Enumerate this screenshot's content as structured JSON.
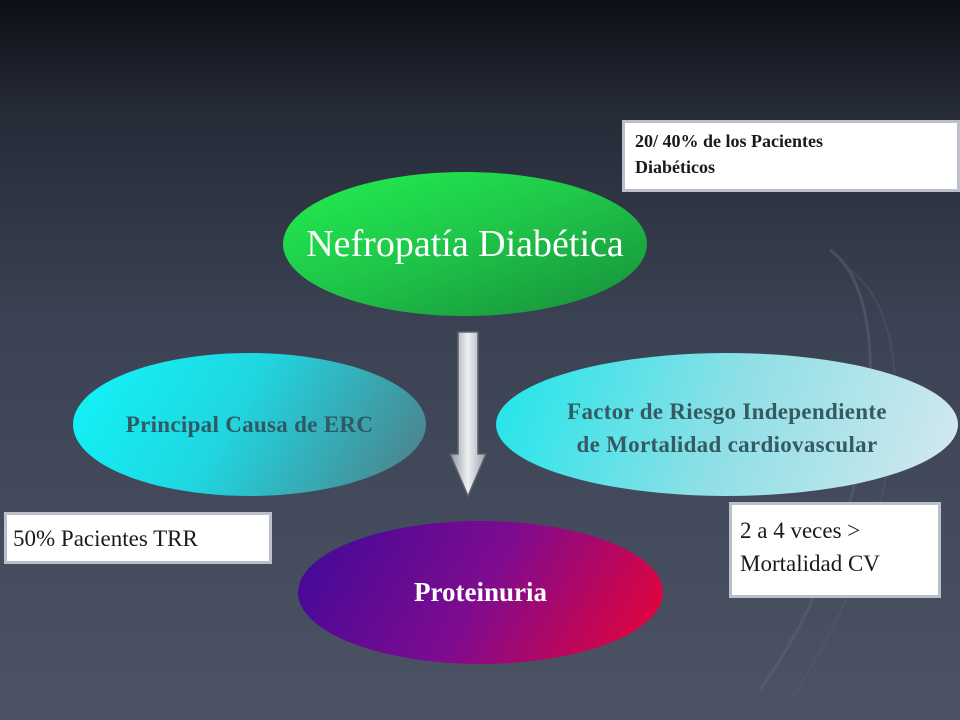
{
  "nodes": {
    "nefropatia": "Nefropatía Diabética",
    "causa": "Principal Causa de ERC",
    "factor_line1": "Factor de Riesgo Independiente",
    "factor_line2": "de Mortalidad cardiovascular",
    "proteinuria": "Proteinuria"
  },
  "callouts": {
    "pacientes_line1": "20/ 40% de los Pacientes",
    "pacientes_line2": "Diabéticos",
    "trr": "50% Pacientes TRR",
    "cv_line1": "2 a 4 veces >",
    "cv_line2": "Mortalidad CV"
  },
  "colors": {
    "nefropatia": "#22f04e",
    "causa": "#10f6fb",
    "factor": "#8fdfe6",
    "proteinuria_start": "#3d0a9a",
    "proteinuria_end": "#ef0330"
  }
}
